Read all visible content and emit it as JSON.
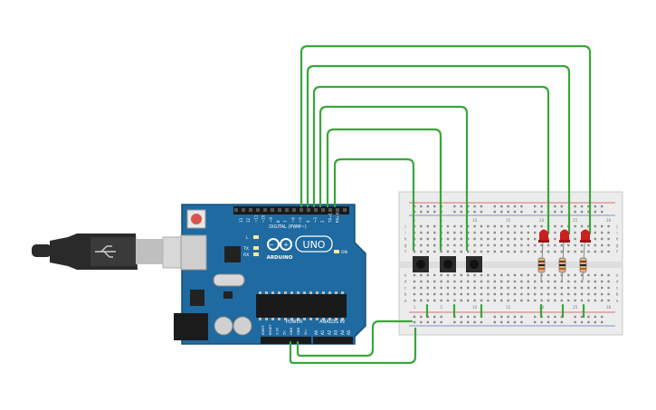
{
  "colors": {
    "wire": "#3aa63a",
    "board": "#1f6aa0",
    "board_edge": "#14507a",
    "breadboard": "#ececec",
    "rail_red": "#d24a4a",
    "rail_blue": "#5a78c8",
    "led": "#cc1f1f",
    "button": "#2b2b2b",
    "cable": "#2a2a2a",
    "connector": "#d8d8d8"
  },
  "arduino": {
    "model": "UNO",
    "brand": "ARDUINO",
    "digital_label": "DIGITAL (PWM~)",
    "power_label": "POWER",
    "analog_label": "ANALOG IN",
    "on_label": "ON",
    "tx_label": "TX",
    "rx_label": "RX",
    "l_label": "L",
    "aref_label": "AREF",
    "gnd_label": "GND",
    "digital_pins": [
      "13",
      "12",
      "~11",
      "~10",
      "~9",
      "8",
      "7",
      "~6",
      "~5",
      "4",
      "~3",
      "2",
      "TX→1",
      "RX←0"
    ],
    "power_pins": [
      "IOREF",
      "RESET",
      "3.3V",
      "5V",
      "GND",
      "GND",
      "Vin"
    ],
    "analog_pins": [
      "A0",
      "A1",
      "A2",
      "A3",
      "A4",
      "A5"
    ]
  },
  "breadboard": {
    "row_letters_top": [
      "j",
      "i",
      "h",
      "g",
      "f"
    ],
    "row_letters_bottom": [
      "e",
      "d",
      "c",
      "b",
      "a"
    ],
    "col_numbers": [
      "1",
      "5",
      "10",
      "15",
      "20",
      "25",
      "30"
    ]
  },
  "components": {
    "buttons": 3,
    "leds": 3,
    "resistors": 3
  }
}
